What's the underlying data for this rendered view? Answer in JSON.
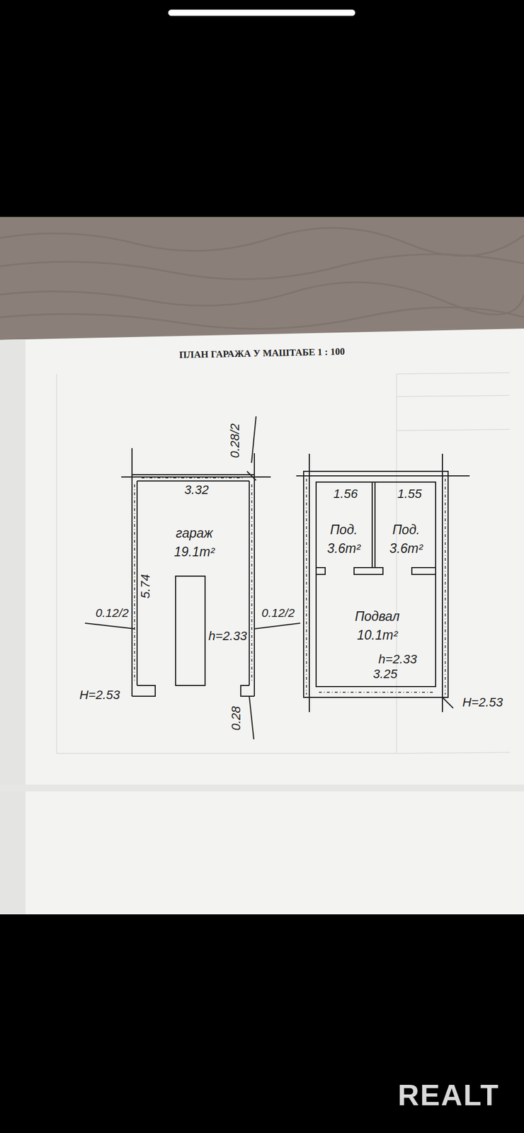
{
  "diagram": {
    "title": "ПЛАН ГАРАЖА У МАШТАБЕ 1 : 100",
    "nodes": [
      {
        "text": [
          "гараж",
          "19.1m²"
        ]
      },
      {
        "text": [
          "Под.",
          "3.6m²"
        ]
      },
      {
        "text": [
          "Под.",
          "3.6m²"
        ]
      },
      {
        "text": [
          "Подвал",
          "10.1m²"
        ]
      }
    ],
    "labels": [
      "3.32",
      "5.74",
      "0.28/2",
      "0.12/2",
      "0.12/2",
      "0.28",
      "h=2.33",
      "H=2.53",
      "1.56",
      "1.55",
      "h=2.33",
      "3.25",
      "H=2.53",
      "REALT"
    ]
  }
}
